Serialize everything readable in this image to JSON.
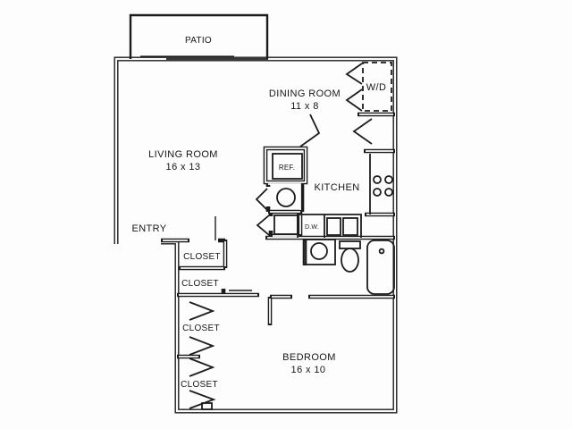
{
  "plan": {
    "title": "one-bedroom-apartment-floor-plan",
    "patio": {
      "label": "PATIO"
    },
    "living_room": {
      "label": "LIVING ROOM",
      "dims": "16 x 13"
    },
    "dining_room": {
      "label": "DINING ROOM",
      "dims": "11 x 8"
    },
    "kitchen": {
      "label": "KITCHEN"
    },
    "bedroom": {
      "label": "BEDROOM",
      "dims": "16 x 10"
    },
    "entry": {
      "label": "ENTRY"
    },
    "washer_dryer": {
      "label": "W/D"
    },
    "refrigerator": {
      "label": "REF."
    },
    "dishwasher": {
      "label": "D.W."
    },
    "closets": [
      {
        "label": "CLOSET"
      },
      {
        "label": "CLOSET"
      },
      {
        "label": "CLOSET"
      },
      {
        "label": "CLOSET"
      }
    ]
  },
  "colors": {
    "line": "#1c1c1c",
    "background": "#fdfdfd"
  }
}
